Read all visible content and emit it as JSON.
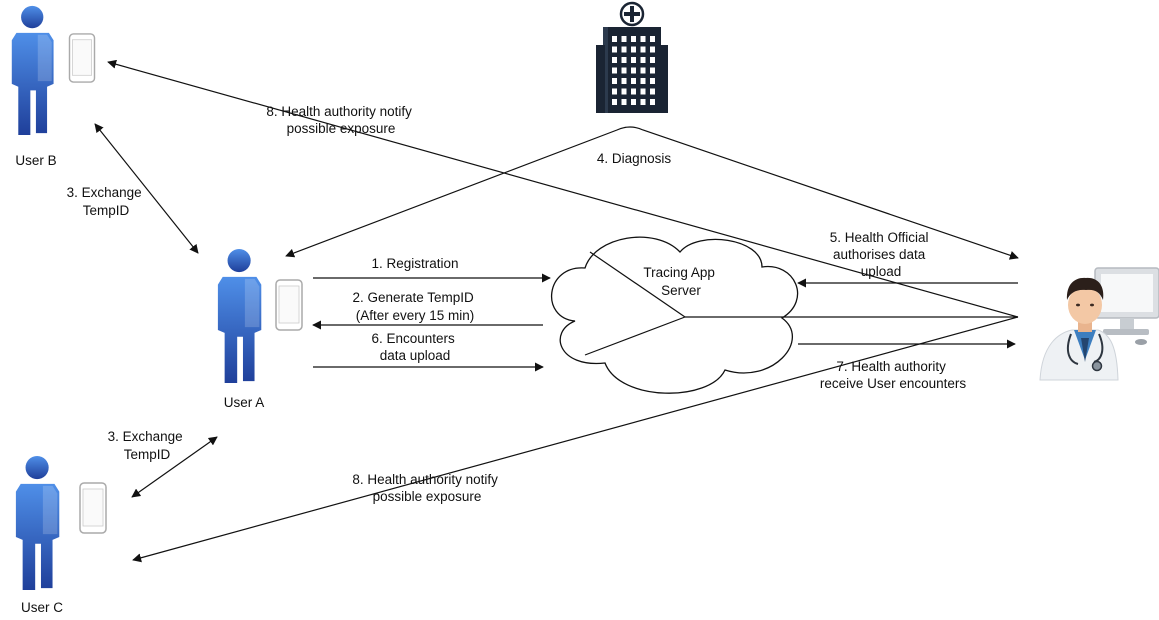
{
  "colors": {
    "person_top": "#4f8fe8",
    "person_bottom": "#1f3f9a",
    "line": "#111111",
    "phone_frame": "#aaaaaa",
    "building": "#1a2433",
    "doctor_coat": "#eef1f4",
    "doctor_shirt": "#3d7ebf",
    "monitor_frame": "#c8cdd2"
  },
  "icons": {
    "user": "person-icon",
    "phone": "smartphone-icon",
    "hospital": "hospital-building-icon",
    "server": "cloud-icon",
    "health_official": "doctor-icon",
    "computer": "computer-monitor-icon"
  },
  "actors": {
    "user_b": "User B",
    "user_a": "User A",
    "user_c": "User C",
    "server": [
      "Tracing App",
      "Server"
    ]
  },
  "steps": {
    "registration": [
      "1. Registration"
    ],
    "generate_tempid": [
      "2. Generate TempID",
      "(After every 15 min)"
    ],
    "exchange_b": [
      "3. Exchange",
      "TempID"
    ],
    "exchange_c": [
      "3. Exchange",
      "TempID"
    ],
    "diagnosis": [
      "4. Diagnosis"
    ],
    "authorise_upload": [
      "5. Health Official",
      "authorises data",
      "upload"
    ],
    "encounters_upload": [
      "6. Encounters",
      "data upload"
    ],
    "receive_encounters": [
      "7. Health authority",
      "receive User encounters"
    ],
    "notify_b": [
      "8. Health authority notify",
      "possible exposure"
    ],
    "notify_c": [
      "8. Health authority notify",
      "possible exposure"
    ]
  }
}
